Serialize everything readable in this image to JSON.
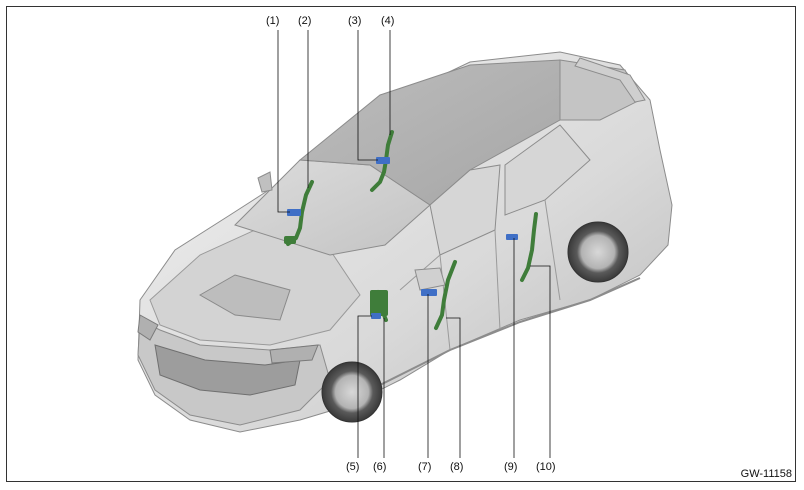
{
  "figure_id": "GW-11158",
  "callouts": [
    "(1)",
    "(2)",
    "(3)",
    "(4)",
    "(5)",
    "(6)",
    "(7)",
    "(8)",
    "(9)",
    "(10)"
  ],
  "colors": {
    "harness_green": "#3f7d3a",
    "connector_blue": "#3f6fc6",
    "body_light": "#e6e6e6",
    "body_mid": "#cfcfcf",
    "body_dark": "#9a9a9a",
    "glass": "#c9c9c9",
    "tire": "#4a4a4a"
  }
}
